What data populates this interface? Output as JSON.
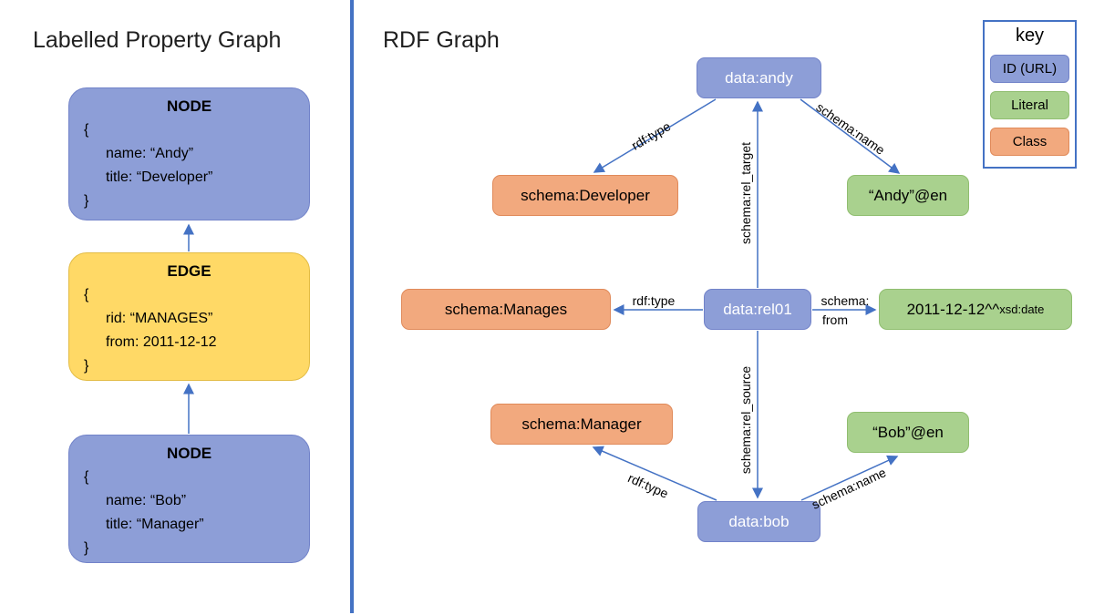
{
  "left_panel": {
    "title": "Labelled Property Graph",
    "boxes": [
      {
        "header": "NODE",
        "lines": [
          "{",
          "name: “Andy”",
          "title: “Developer”",
          "}"
        ]
      },
      {
        "header": "EDGE",
        "lines": [
          "{",
          "rid: “MANAGES”",
          "from: 2011-12-12",
          "}"
        ]
      },
      {
        "header": "NODE",
        "lines": [
          "{",
          "name: “Bob”",
          "title: “Manager”",
          "}"
        ]
      }
    ]
  },
  "right_panel": {
    "title": "RDF Graph",
    "nodes": {
      "andy": "data:andy",
      "developer": "schema:Developer",
      "andy_name": "“Andy”@en",
      "manages": "schema:Manages",
      "rel01": "data:rel01",
      "date_main": "2011-12-12^^",
      "date_suffix": "xsd:date",
      "manager": "schema:Manager",
      "bob_name": "“Bob”@en",
      "bob": "data:bob"
    },
    "edge_labels": {
      "andy_rdf_type": "rdf:type",
      "andy_schema_name": "schema:name",
      "rel_target": "schema:rel_target",
      "rel01_rdf_type": "rdf:type",
      "rel_from_line1": "schema:",
      "rel_from_line2": "from",
      "rel_source": "schema:rel_source",
      "bob_rdf_type": "rdf:type",
      "bob_schema_name": "schema:name"
    }
  },
  "key": {
    "title": "key",
    "items": [
      {
        "label": "ID (URL)",
        "type": "id"
      },
      {
        "label": "Literal",
        "type": "literal"
      },
      {
        "label": "Class",
        "type": "class"
      }
    ]
  },
  "colors": {
    "id_url_fill": "#8D9ED7",
    "literal_fill": "#A9D18E",
    "class_fill": "#F2A97E",
    "edge_box_fill": "#FFD966",
    "arrow": "#4472C4",
    "divider": "#4472C4"
  }
}
